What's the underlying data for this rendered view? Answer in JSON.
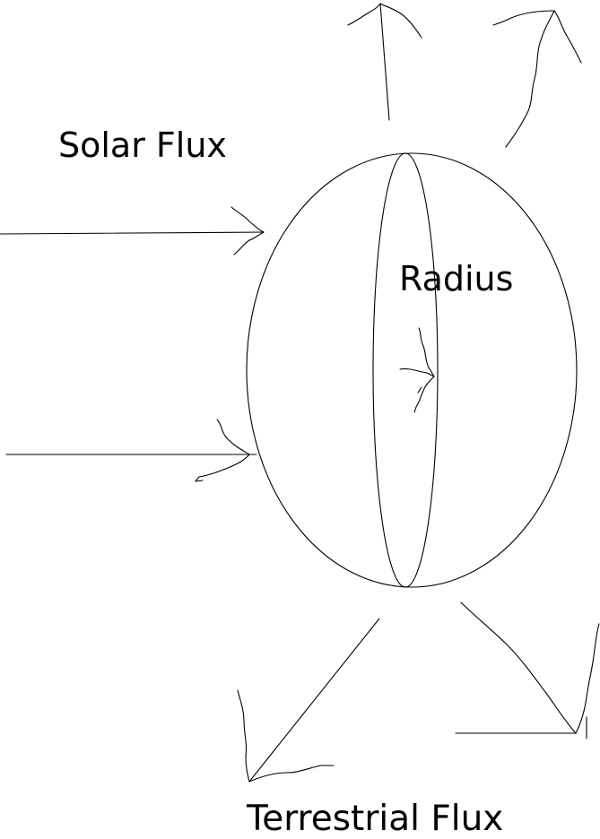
{
  "labels": {
    "solar": "Solar Flux",
    "radius": "Radius",
    "terrestrial": "Terrestrial Flux"
  },
  "colors": {
    "background": "#ffffff",
    "ink": "#000000"
  }
}
